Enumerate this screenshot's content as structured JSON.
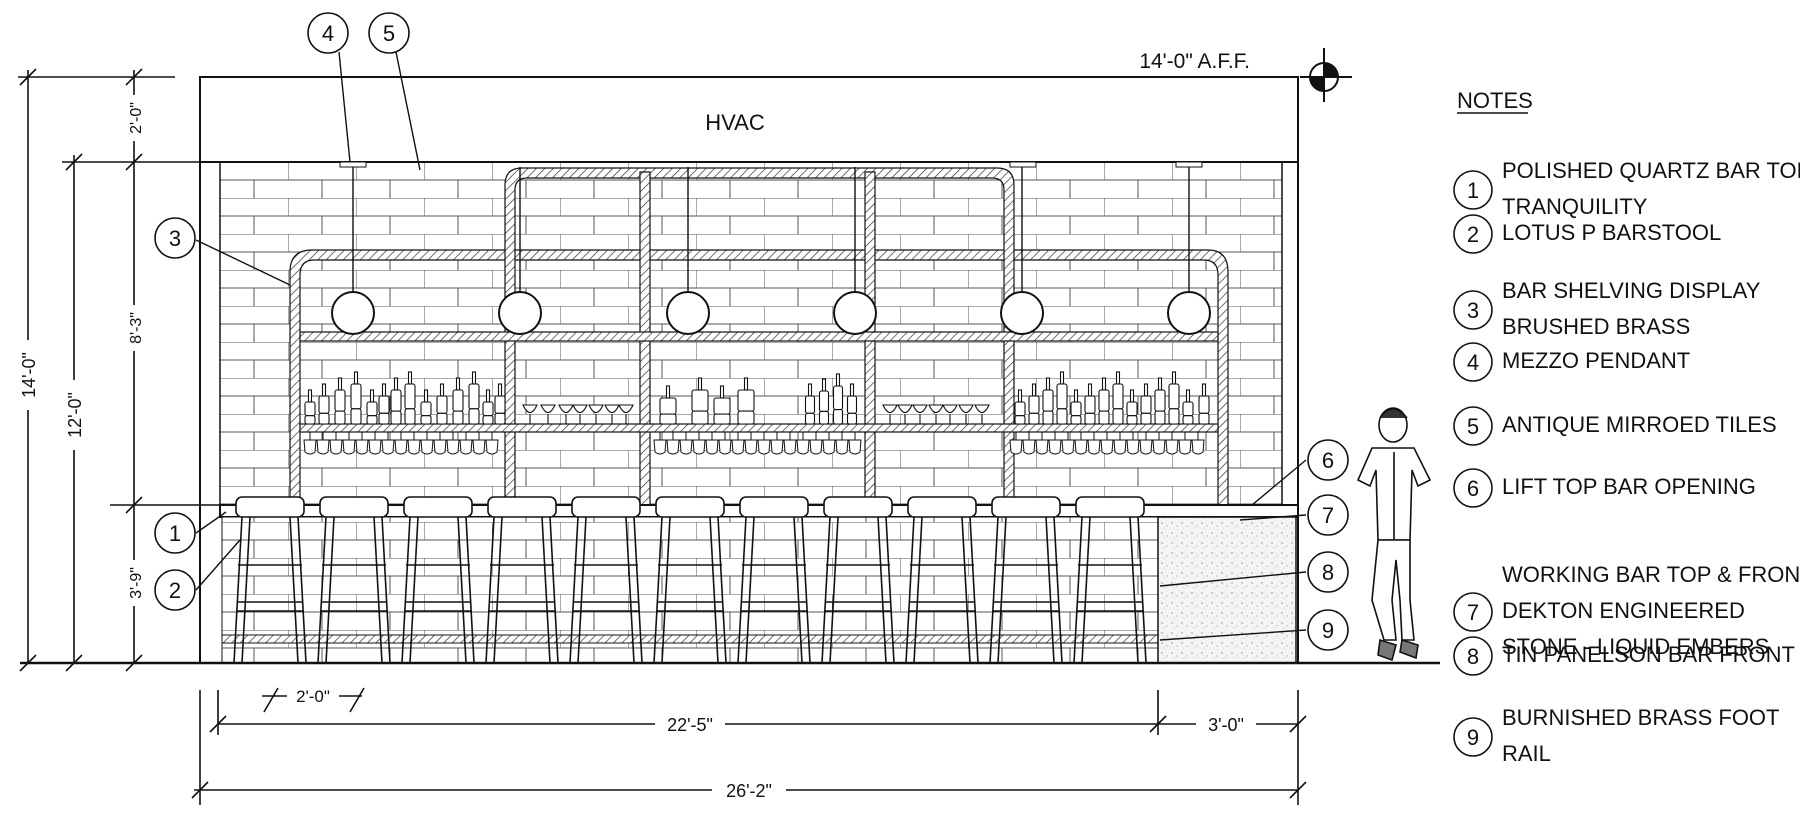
{
  "drawing": {
    "elevation_label": "14'-0\" A.F.F.",
    "hvac_label": "HVAC",
    "dims": {
      "total_height": "14'-0\"",
      "ceiling_height": "12'-0\"",
      "soffit": "2'-0\"",
      "shelving_height": "8'-3\"",
      "bar_height": "3'-9\"",
      "stool_spacing": "2'-0\"",
      "bar_length": "22'-5\"",
      "opening": "3'-0\"",
      "total_length": "26'-2\""
    },
    "callouts": [
      "1",
      "2",
      "3",
      "4",
      "5",
      "6",
      "7",
      "8",
      "9"
    ],
    "notes_title": "NOTES",
    "notes": [
      {
        "num": "1",
        "lines": [
          "POLISHED QUARTZ BAR TOP -",
          "TRANQUILITY"
        ]
      },
      {
        "num": "2",
        "lines": [
          "LOTUS P BARSTOOL"
        ]
      },
      {
        "num": "3",
        "lines": [
          "BAR SHELVING DISPLAY",
          "BRUSHED BRASS"
        ]
      },
      {
        "num": "4",
        "lines": [
          "MEZZO PENDANT"
        ]
      },
      {
        "num": "5",
        "lines": [
          "ANTIQUE MIRROED TILES"
        ]
      },
      {
        "num": "6",
        "lines": [
          "LIFT TOP BAR OPENING"
        ]
      },
      {
        "num": "7",
        "lines": [
          "WORKING BAR TOP & FRONT",
          "DEKTON ENGINEERED",
          "STONE - LIQUID EMBERS"
        ]
      },
      {
        "num": "8",
        "lines": [
          "TIN PANELSON BAR FRONT"
        ]
      },
      {
        "num": "9",
        "lines": [
          "BURNISHED BRASS FOOT",
          "RAIL"
        ]
      }
    ]
  }
}
